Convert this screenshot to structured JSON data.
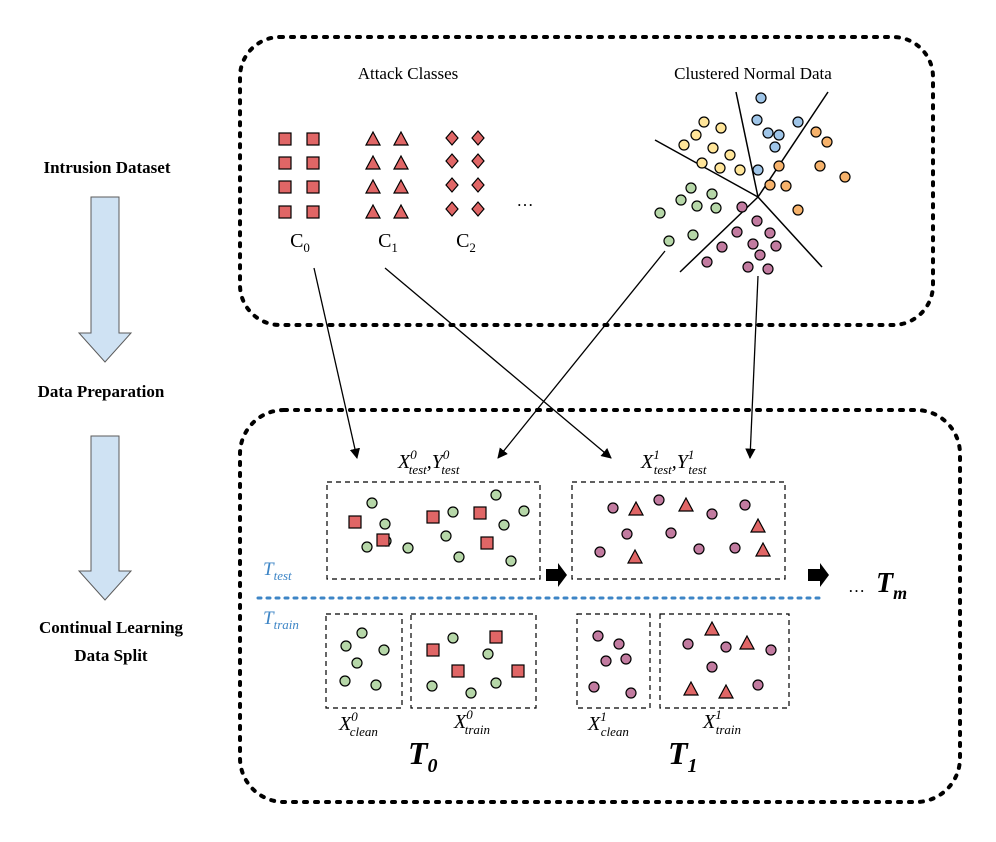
{
  "stages": {
    "stage1": "Intrusion Dataset",
    "stage2": "Data Preparation",
    "stage3_line1": "Continual Learning",
    "stage3_line2": "Data Split"
  },
  "top": {
    "attack_title": "Attack Classes",
    "normal_title": "Clustered Normal Data",
    "class_letter": "C",
    "c0_sub": "0",
    "c1_sub": "1",
    "c2_sub": "2",
    "ellipsis": "…"
  },
  "split": {
    "t_letter": "T",
    "test_sub": "test",
    "train_sub": "train"
  },
  "tasks": {
    "x_letter": "X",
    "y_letter": "Y",
    "comma": ",",
    "sup0": "0",
    "sup1": "1",
    "sub_test": "test",
    "sub_clean": "clean",
    "sub_train": "train",
    "t0_sub": "0",
    "t1_sub": "1",
    "tm_prefix": "…",
    "tm_sub": "m"
  },
  "colors": {
    "attack_red": "#e06666",
    "normal_green": "#b6d7a8",
    "normal_purple": "#c27ba0",
    "normal_blue": "#9fc5e8",
    "normal_yellow": "#ffe599",
    "normal_orange": "#f6b26b",
    "arrow_fill": "#cfe2f3",
    "split_line": "#3d85c6"
  }
}
